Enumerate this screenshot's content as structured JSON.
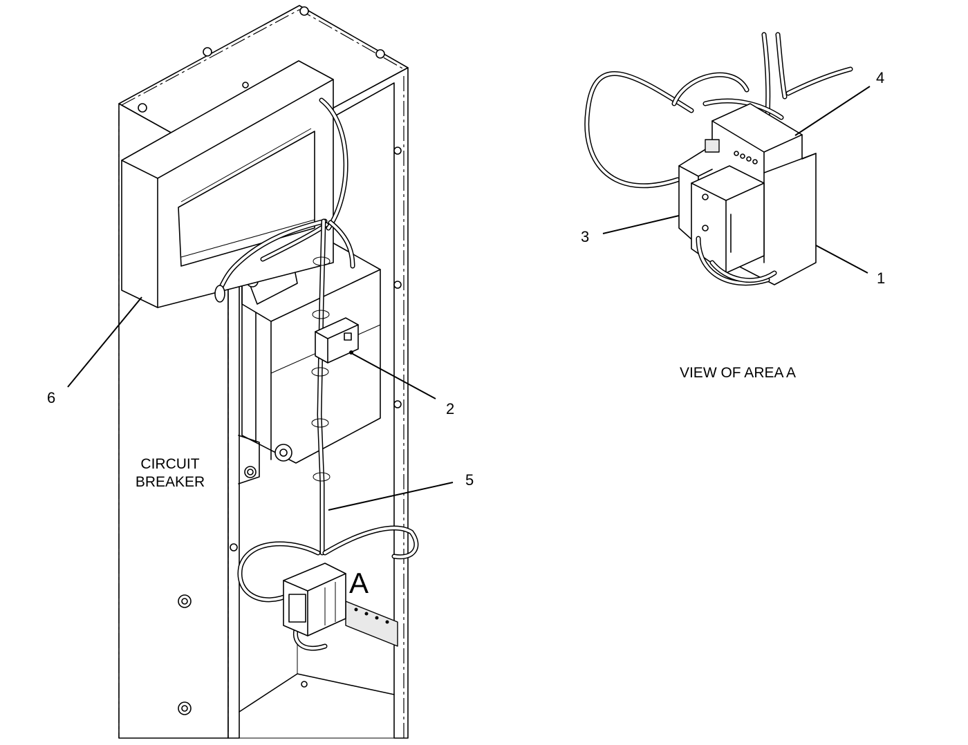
{
  "diagram": {
    "callouts": {
      "c1": "1",
      "c2": "2",
      "c3": "3",
      "c4": "4",
      "c5": "5",
      "c6": "6"
    },
    "labels": {
      "circuit_breaker_line1": "CIRCUIT",
      "circuit_breaker_line2": "BREAKER",
      "area_marker": "A",
      "view_caption": "VIEW OF AREA  A"
    }
  }
}
